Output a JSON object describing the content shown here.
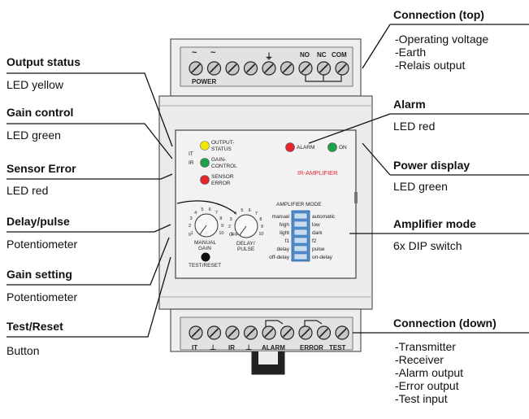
{
  "callouts": {
    "connection_top": {
      "title": "Connection (top)",
      "items": [
        "-Operating voltage",
        "-Earth",
        "-Relais output"
      ]
    },
    "output_status": {
      "title": "Output status",
      "desc": "LED yellow"
    },
    "gain_control": {
      "title": "Gain control",
      "desc": "LED green"
    },
    "sensor_error": {
      "title": "Sensor Error",
      "desc": "LED red"
    },
    "delay_pulse": {
      "title": "Delay/pulse",
      "desc": "Potentiometer"
    },
    "gain_setting": {
      "title": "Gain setting",
      "desc": "Potentiometer"
    },
    "test_reset": {
      "title": "Test/Reset",
      "desc": "Button"
    },
    "alarm": {
      "title": "Alarm",
      "desc": "LED red"
    },
    "power_display": {
      "title": "Power display",
      "desc": "LED green"
    },
    "amplifier_mode": {
      "title": "Amplifier mode",
      "desc": "6x DIP switch"
    },
    "connection_down": {
      "title": "Connection (down)",
      "items": [
        "-Transmitter",
        "-Receiver",
        "-Alarm output",
        "-Error output",
        "-Test input"
      ]
    }
  },
  "device": {
    "top_terminals": {
      "tilde1": "~",
      "tilde2": "~",
      "earth": "⏚",
      "no": "NO",
      "nc": "NC",
      "com": "COM",
      "power": "POWER"
    },
    "bottom_terminals": {
      "it": "IT",
      "gnd1": "⊥",
      "ir": "IR",
      "gnd2": "⊥",
      "alarm": "ALARM",
      "error": "ERROR",
      "test": "TEST"
    },
    "panel": {
      "it": "IT",
      "ir": "IR",
      "output_status_1": "OUTPUT-",
      "output_status_2": "STATUS",
      "gain_control_1": "GAIN-",
      "gain_control_2": "CONTROL",
      "sensor_error_1": "SENSOR",
      "sensor_error_2": "ERROR",
      "alarm": "ALARM",
      "on": "ON",
      "product": "IR-AMPLIFIER",
      "amplifier_mode": "AMPLIFIER MODE",
      "manual_gain_1": "MANUAL",
      "manual_gain_2": "GAIN",
      "delay_pulse_1": "DELAY/",
      "delay_pulse_2": "PULSE",
      "off": "OFF",
      "test_reset": "TEST/RESET"
    },
    "dip_left": [
      "manual",
      "high",
      "light",
      "f1",
      "delay",
      "off-delay"
    ],
    "dip_right": [
      "automatic",
      "low",
      "dark",
      "f2",
      "pulse",
      "on-delay"
    ],
    "dial_scale": [
      "1",
      "2",
      "3",
      "4",
      "5",
      "6",
      "7",
      "8",
      "9",
      "10"
    ],
    "dial_zero": "0"
  },
  "colors": {
    "yellow_led": "#f2e600",
    "green_led": "#1aa34a",
    "red_led": "#e3262b",
    "dip_blue": "#4f8fd0",
    "product_text": "#e3262b"
  }
}
